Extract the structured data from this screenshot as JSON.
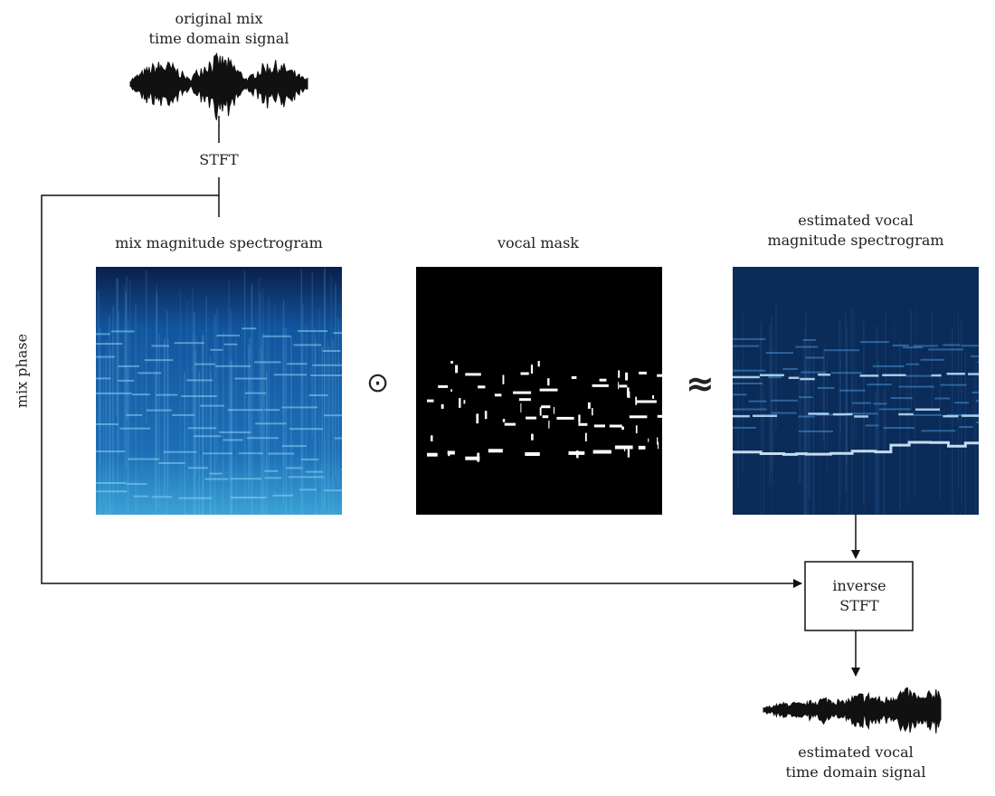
{
  "input": {
    "title_line1": "original mix",
    "title_line2": "time domain signal"
  },
  "stft_label": "STFT",
  "mix_phase_label": "mix phase",
  "spectrogram_mix": {
    "title": "mix magnitude spectrogram"
  },
  "mask": {
    "title": "vocal mask"
  },
  "spectrogram_vocal": {
    "title_line1": "estimated vocal",
    "title_line2": "magnitude spectrogram"
  },
  "operators": {
    "multiply": "⊙",
    "approx": "≈"
  },
  "inverse_box": {
    "line1": "inverse",
    "line2": "STFT"
  },
  "output": {
    "title_line1": "estimated vocal",
    "title_line2": "time domain signal"
  },
  "colors": {
    "line": "#111111",
    "mix_spec_bg": "#0e3f80",
    "mix_spec_low": "#3aa2d6",
    "mask_bg": "#000000",
    "mask_fg": "#ffffff",
    "vocal_spec_bg": "#0b2b58",
    "vocal_spec_line": "#d8f0ff"
  }
}
